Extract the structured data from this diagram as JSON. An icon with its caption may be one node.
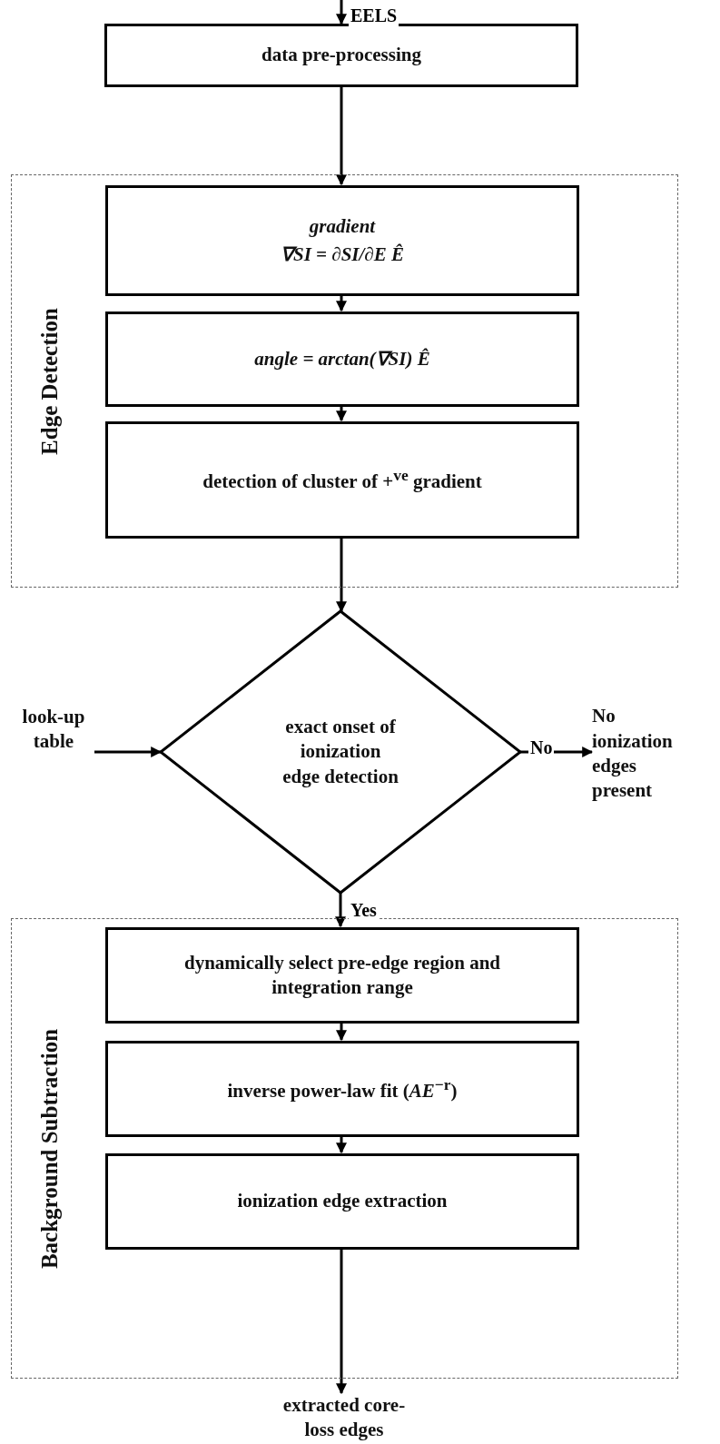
{
  "diagram": {
    "nodes": [
      {
        "text": [
          "data pre-processing"
        ]
      },
      {
        "text": [
          "Edge Detection"
        ]
      },
      {
        "text": [
          "gradient",
          "∇SI = ∂SI/∂E Ê"
        ],
        "in": 1
      },
      {
        "text": [
          "angle = arctan(∇SI) Ê"
        ],
        "in": 1
      },
      {
        "text": [
          "detection of cluster of +$^{ve}$ gradient"
        ],
        "in": 1
      },
      {
        "text": [
          "exact onset of ionization edge detection"
        ]
      },
      {
        "text": [
          "look-up table"
        ]
      },
      {
        "text": [
          "No ionization edges present"
        ]
      },
      {
        "text": [
          "Background Subtraction"
        ]
      },
      {
        "text": [
          "dynamically select pre-edge region and integration range"
        ],
        "in": 8
      },
      {
        "text": [
          "inverse power-law fit (*AE*$^{−r}$)"
        ],
        "in": 8
      },
      {
        "text": [
          "ionization edge extraction"
        ],
        "in": 8
      },
      {
        "text": [
          "extracted core-loss edges"
        ]
      }
    ],
    "edges": [
      {
        "from": null,
        "to": 0,
        "arrow": "to",
        "label": "EELS"
      },
      {
        "from": 0,
        "to": 2,
        "arrow": "to"
      },
      {
        "from": 2,
        "to": 3,
        "arrow": "to"
      },
      {
        "from": 3,
        "to": 4,
        "arrow": "to"
      },
      {
        "from": 4,
        "to": 5,
        "arrow": "to"
      },
      {
        "from": 6,
        "to": 5,
        "arrow": "to"
      },
      {
        "from": 5,
        "to": 7,
        "arrow": "to",
        "label": "No"
      },
      {
        "from": 5,
        "to": 9,
        "arrow": "to",
        "label": "Yes"
      },
      {
        "from": 9,
        "to": 10,
        "arrow": "to"
      },
      {
        "from": 10,
        "to": 11,
        "arrow": "to"
      },
      {
        "from": 11,
        "to": 12,
        "arrow": "to"
      }
    ]
  }
}
